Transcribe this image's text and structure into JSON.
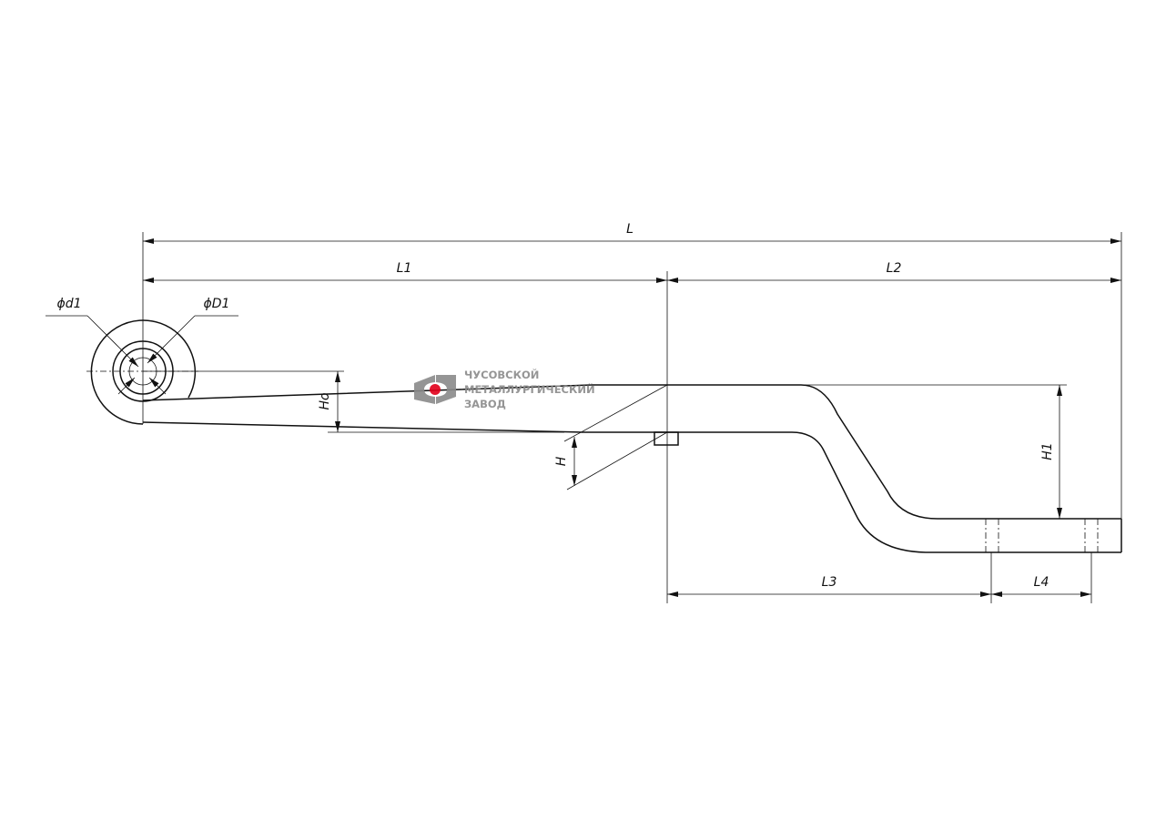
{
  "dimensions": {
    "L": "L",
    "L1": "L1",
    "L2": "L2",
    "L3": "L3",
    "L4": "L4",
    "H": "H",
    "H0": "Ho",
    "H1": "H1",
    "d1": "ϕd1",
    "D1": "ϕD1"
  },
  "logo": {
    "line1": "ЧУСОВСКОЙ",
    "line2": "МЕТАЛЛУРГИЧЕСКИЙ",
    "line3": "ЗАВОД",
    "colors": {
      "grey": "#8a8a8a",
      "red": "#e2001a"
    }
  }
}
